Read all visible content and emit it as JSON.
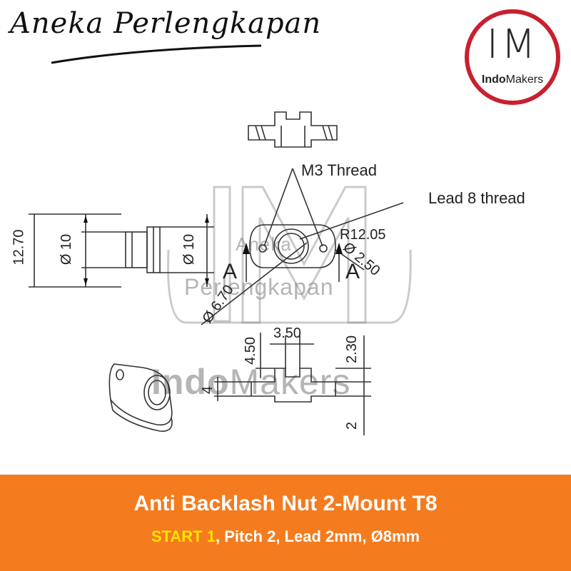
{
  "brand": {
    "text": "Aneka Perlengkapan"
  },
  "logo": {
    "mark": "IM",
    "name_bold": "Indo",
    "name_rest": "Makers"
  },
  "drawing": {
    "callouts": {
      "m3": "M3 Thread",
      "lead": "Lead 8 thread"
    },
    "dims": {
      "h1270": "12.70",
      "d10a": "Ø 10",
      "d10b": "Ø 10",
      "r1205": "R12.05",
      "d250": "Ø 2.50",
      "d670": "Ø 6.70",
      "w350": "3.50",
      "h450": "4.50",
      "h230": "2.30",
      "h4": "4",
      "h2": "2",
      "secA1": "A",
      "secA2": "A"
    },
    "watermark": {
      "line1": "Aneka",
      "line2": "Perlengkapan",
      "line3_bold": "Indo",
      "line3_rest": "Makers"
    }
  },
  "banner": {
    "title": "Anti Backlash Nut 2-Mount T8",
    "sub_highlight": "START 1",
    "sub_rest": ", Pitch 2, Lead 2mm, Ø8mm"
  },
  "colors": {
    "accent": "#f47b1e",
    "highlight": "#ffe400",
    "logo_ring": "#c8202f"
  }
}
